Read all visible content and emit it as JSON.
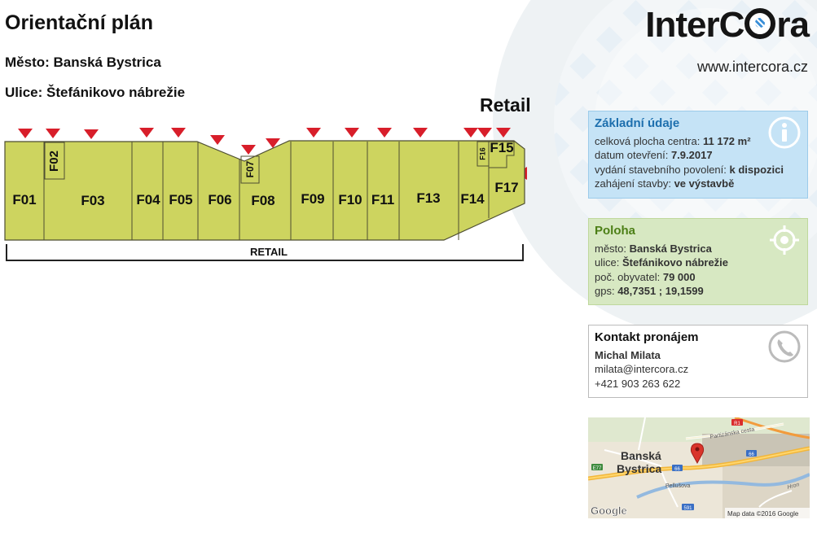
{
  "header": {
    "title": "Orientační plán",
    "city_line": "Město: Banská Bystrica",
    "street_line": "Ulice: Štefánikovo nábrežie",
    "section_heading": "Retail"
  },
  "brand": {
    "logo_parts": [
      "Inter",
      "C",
      "ra"
    ],
    "url": "www.intercora.cz"
  },
  "plan": {
    "units": [
      "F01",
      "F02",
      "F03",
      "F04",
      "F05",
      "F06",
      "F07",
      "F08",
      "F09",
      "F10",
      "F11",
      "F13",
      "F14",
      "F15",
      "F16",
      "F17"
    ],
    "zone_label": "RETAIL",
    "unit_color": "#cdd45f",
    "entrance_color": "#d81e2a"
  },
  "basic_info": {
    "heading": "Základní údaje",
    "rows": [
      {
        "label": "celková plocha centra:",
        "value": "11 172 m²"
      },
      {
        "label": "datum otevření:",
        "value": "7.9.2017"
      },
      {
        "label": "vydání stavebního povolení:",
        "value": "k dispozici"
      },
      {
        "label": "zahájení stavby:",
        "value": "ve výstavbě"
      }
    ],
    "icon": "info-icon"
  },
  "location": {
    "heading": "Poloha",
    "rows": [
      {
        "label": "město:",
        "value": "Banská Bystrica"
      },
      {
        "label": "ulice:",
        "value": "Štefánikovo nábrežie"
      },
      {
        "label": "poč. obyvatel:",
        "value": "79 000"
      },
      {
        "label": "gps:",
        "value": "48,7351 ; 19,1599"
      }
    ],
    "icon": "target-icon"
  },
  "contact": {
    "heading": "Kontakt pronájem",
    "name": "Michal Milata",
    "email": "milata@intercora.cz",
    "phone": "+421 903 263 622",
    "icon": "phone-icon"
  },
  "map": {
    "city_label": [
      "Banská",
      "Bystrica"
    ],
    "road_labels": [
      "Partizánska cesta",
      "Bellušova",
      "Hron"
    ],
    "shields": [
      "R1",
      "66",
      "E77",
      "66",
      "591"
    ],
    "google": "Google",
    "attribution": "Map data ©2016 Google"
  }
}
